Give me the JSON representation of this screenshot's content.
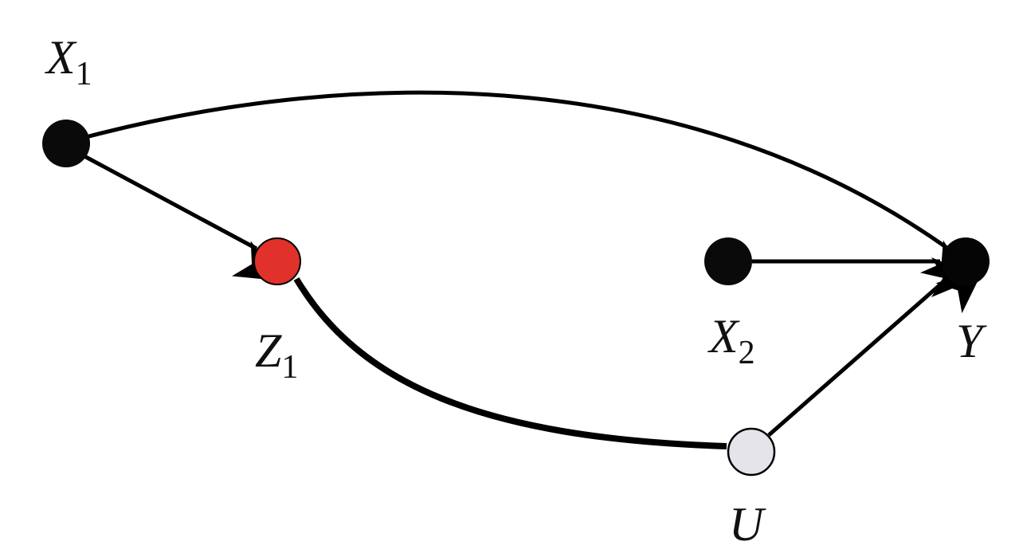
{
  "nodes": {
    "x1": {
      "main": "X",
      "sub": "1",
      "color": "#0a0a0a"
    },
    "z1": {
      "main": "Z",
      "sub": "1",
      "color": "#e0322a"
    },
    "x2": {
      "main": "X",
      "sub": "2",
      "color": "#0a0a0a"
    },
    "y": {
      "main": "Y",
      "sub": "",
      "color": "#050505"
    },
    "u": {
      "main": "U",
      "sub": "",
      "color": "#e4e4ea"
    }
  },
  "edges": [
    {
      "from": "X1",
      "to": "Y",
      "type": "directed"
    },
    {
      "from": "X1",
      "to": "Z1",
      "type": "directed"
    },
    {
      "from": "X2",
      "to": "Y",
      "type": "directed"
    },
    {
      "from": "U",
      "to": "Y",
      "type": "directed"
    },
    {
      "from": "Z1",
      "to": "U",
      "type": "undirected"
    }
  ]
}
